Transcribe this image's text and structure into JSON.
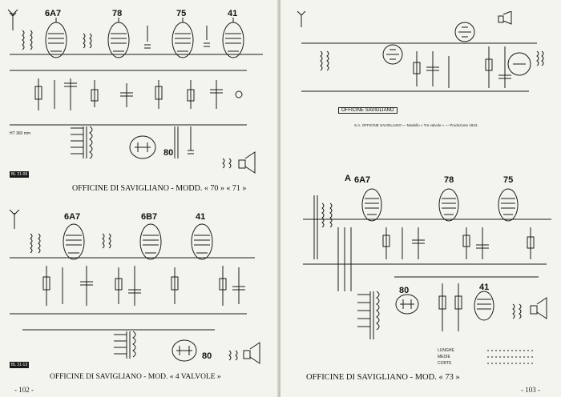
{
  "left_page": {
    "schematic_top": {
      "tubes": [
        "6A7",
        "78",
        "75",
        "41"
      ],
      "rectifier": "80",
      "badge": "BL 21-09",
      "annotation": "HT 360 mm",
      "caption": "OFFICINE DI SAVIGLIANO - MODD. « 70 » « 71 »"
    },
    "schematic_bottom": {
      "tubes": [
        "6A7",
        "6B7",
        "41"
      ],
      "rectifier": "80",
      "badge": "BL 21-13",
      "caption": "OFFICINE DI SAVIGLIANO - MOD. « 4 VALVOLE »"
    },
    "folio": "- 102 -"
  },
  "right_page": {
    "schematic_top": {
      "label_box": "OFFICINE SAVIGLIANO",
      "note": "S.A. OFFICINE SAVIGLIANO — Modello « Tre valvole » — Produzione 1934."
    },
    "schematic_bottom": {
      "tubes": [
        "6A7",
        "78",
        "75",
        "41"
      ],
      "rectifier": "80",
      "marker": "A",
      "band_labels": [
        "LUNGHE",
        "MEDIE",
        "CORTE"
      ],
      "caption": "OFFICINE DI SAVIGLIANO - MOD. « 73 »"
    },
    "folio": "- 103 -"
  }
}
